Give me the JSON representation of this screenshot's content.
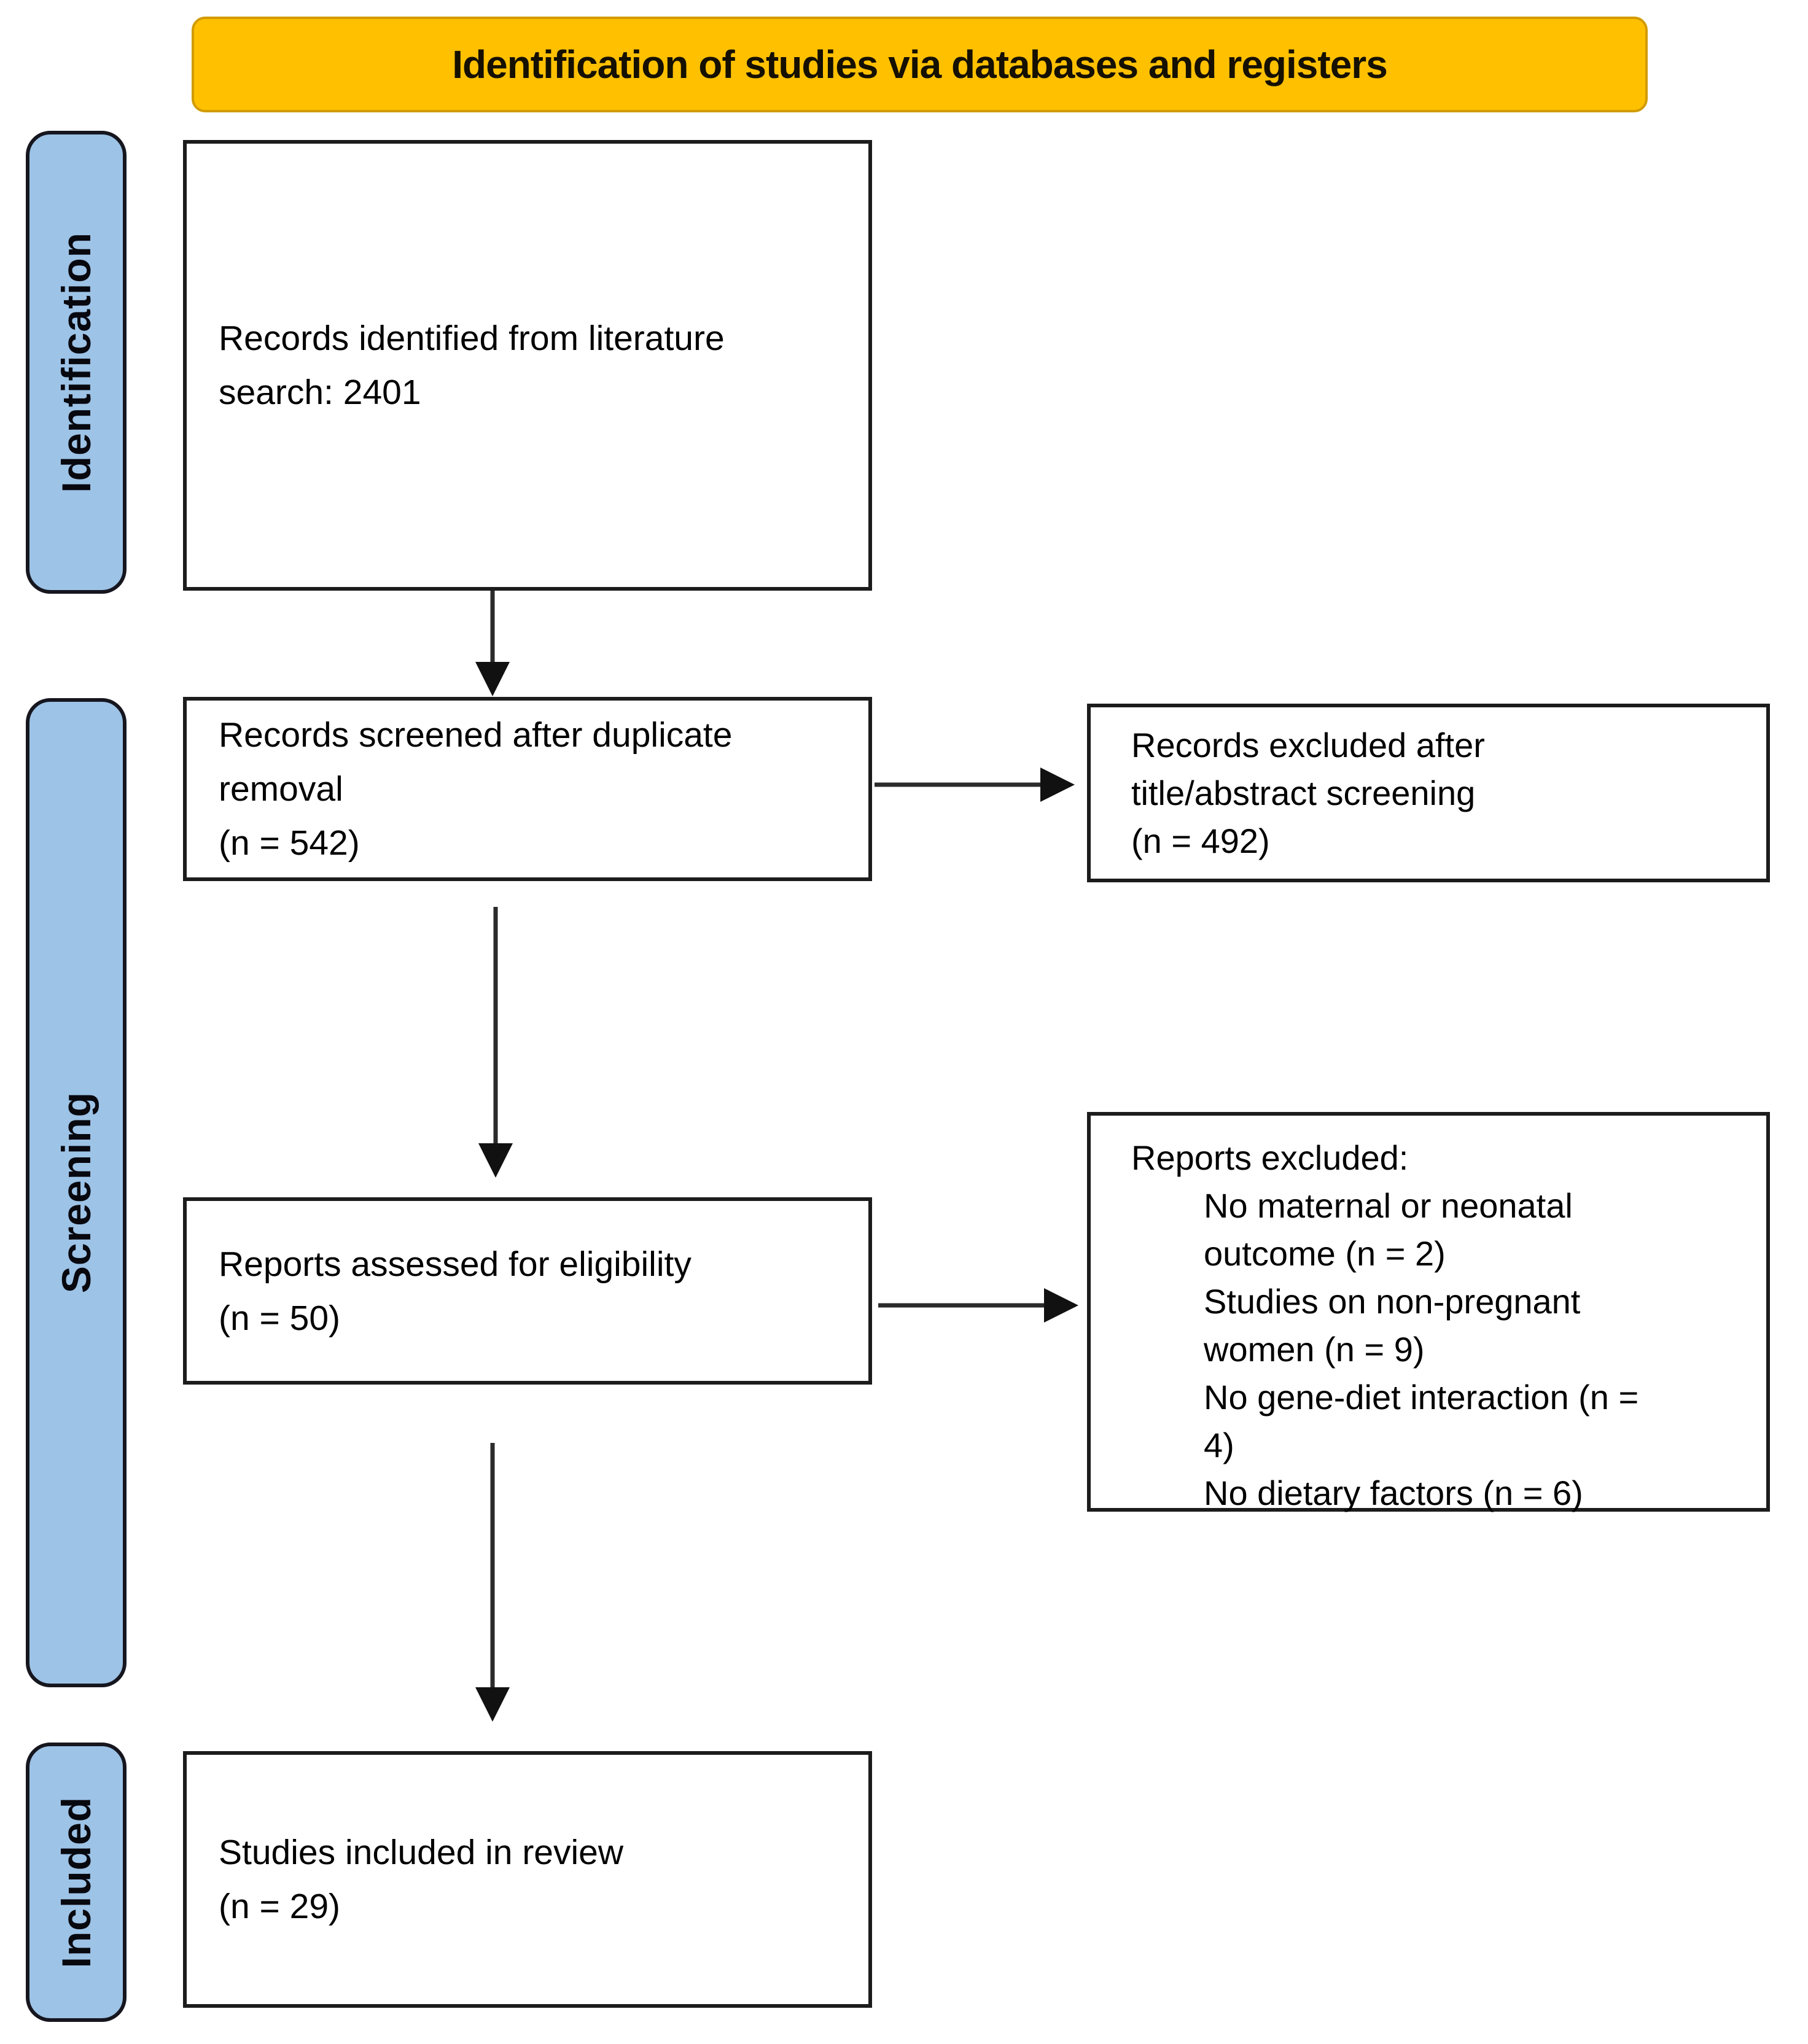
{
  "diagram": {
    "header": {
      "label": "Identification of studies via databases and registers"
    },
    "stages": [
      {
        "id": "identification",
        "label": "Identification"
      },
      {
        "id": "screening",
        "label": "Screening"
      },
      {
        "id": "included",
        "label": "Included"
      }
    ],
    "boxes": {
      "identified": {
        "text": "Records identified from literature\nsearch: 2401"
      },
      "screened": {
        "text": "Records screened after duplicate\nremoval\n(n = 542)"
      },
      "excluded_screening": {
        "text": "Records excluded after\ntitle/abstract screening\n(n = 492)"
      },
      "assessed": {
        "text": "Reports assessed for eligibility\n(n = 50)"
      },
      "excluded_reports": {
        "title": "Reports excluded:",
        "items": [
          "No maternal or neonatal\noutcome (n = 2)",
          "Studies on non-pregnant\nwomen (n = 9)",
          "No gene-diet interaction (n =\n4)",
          "No dietary factors (n = 6)"
        ]
      },
      "included": {
        "text": "Studies included in review\n(n = 29)"
      }
    },
    "values": {
      "records_identified": 2401,
      "records_screened": 542,
      "records_excluded_title_abstract": 492,
      "reports_assessed": 50,
      "excluded_no_maternal_or_neonatal_outcome": 2,
      "excluded_studies_non_pregnant_women": 9,
      "excluded_no_gene_diet_interaction": 4,
      "excluded_no_dietary_factors": 6,
      "studies_included": 29
    },
    "colors": {
      "header_bg": "#FFC000",
      "header_border": "#D29B00",
      "stage_bg": "#9DC3E6",
      "stage_border": "#16161F",
      "box_bg": "#FFFFFF",
      "box_border": "#1C1C1C",
      "arrow": "#2B2B2B",
      "text": "#000000"
    }
  }
}
